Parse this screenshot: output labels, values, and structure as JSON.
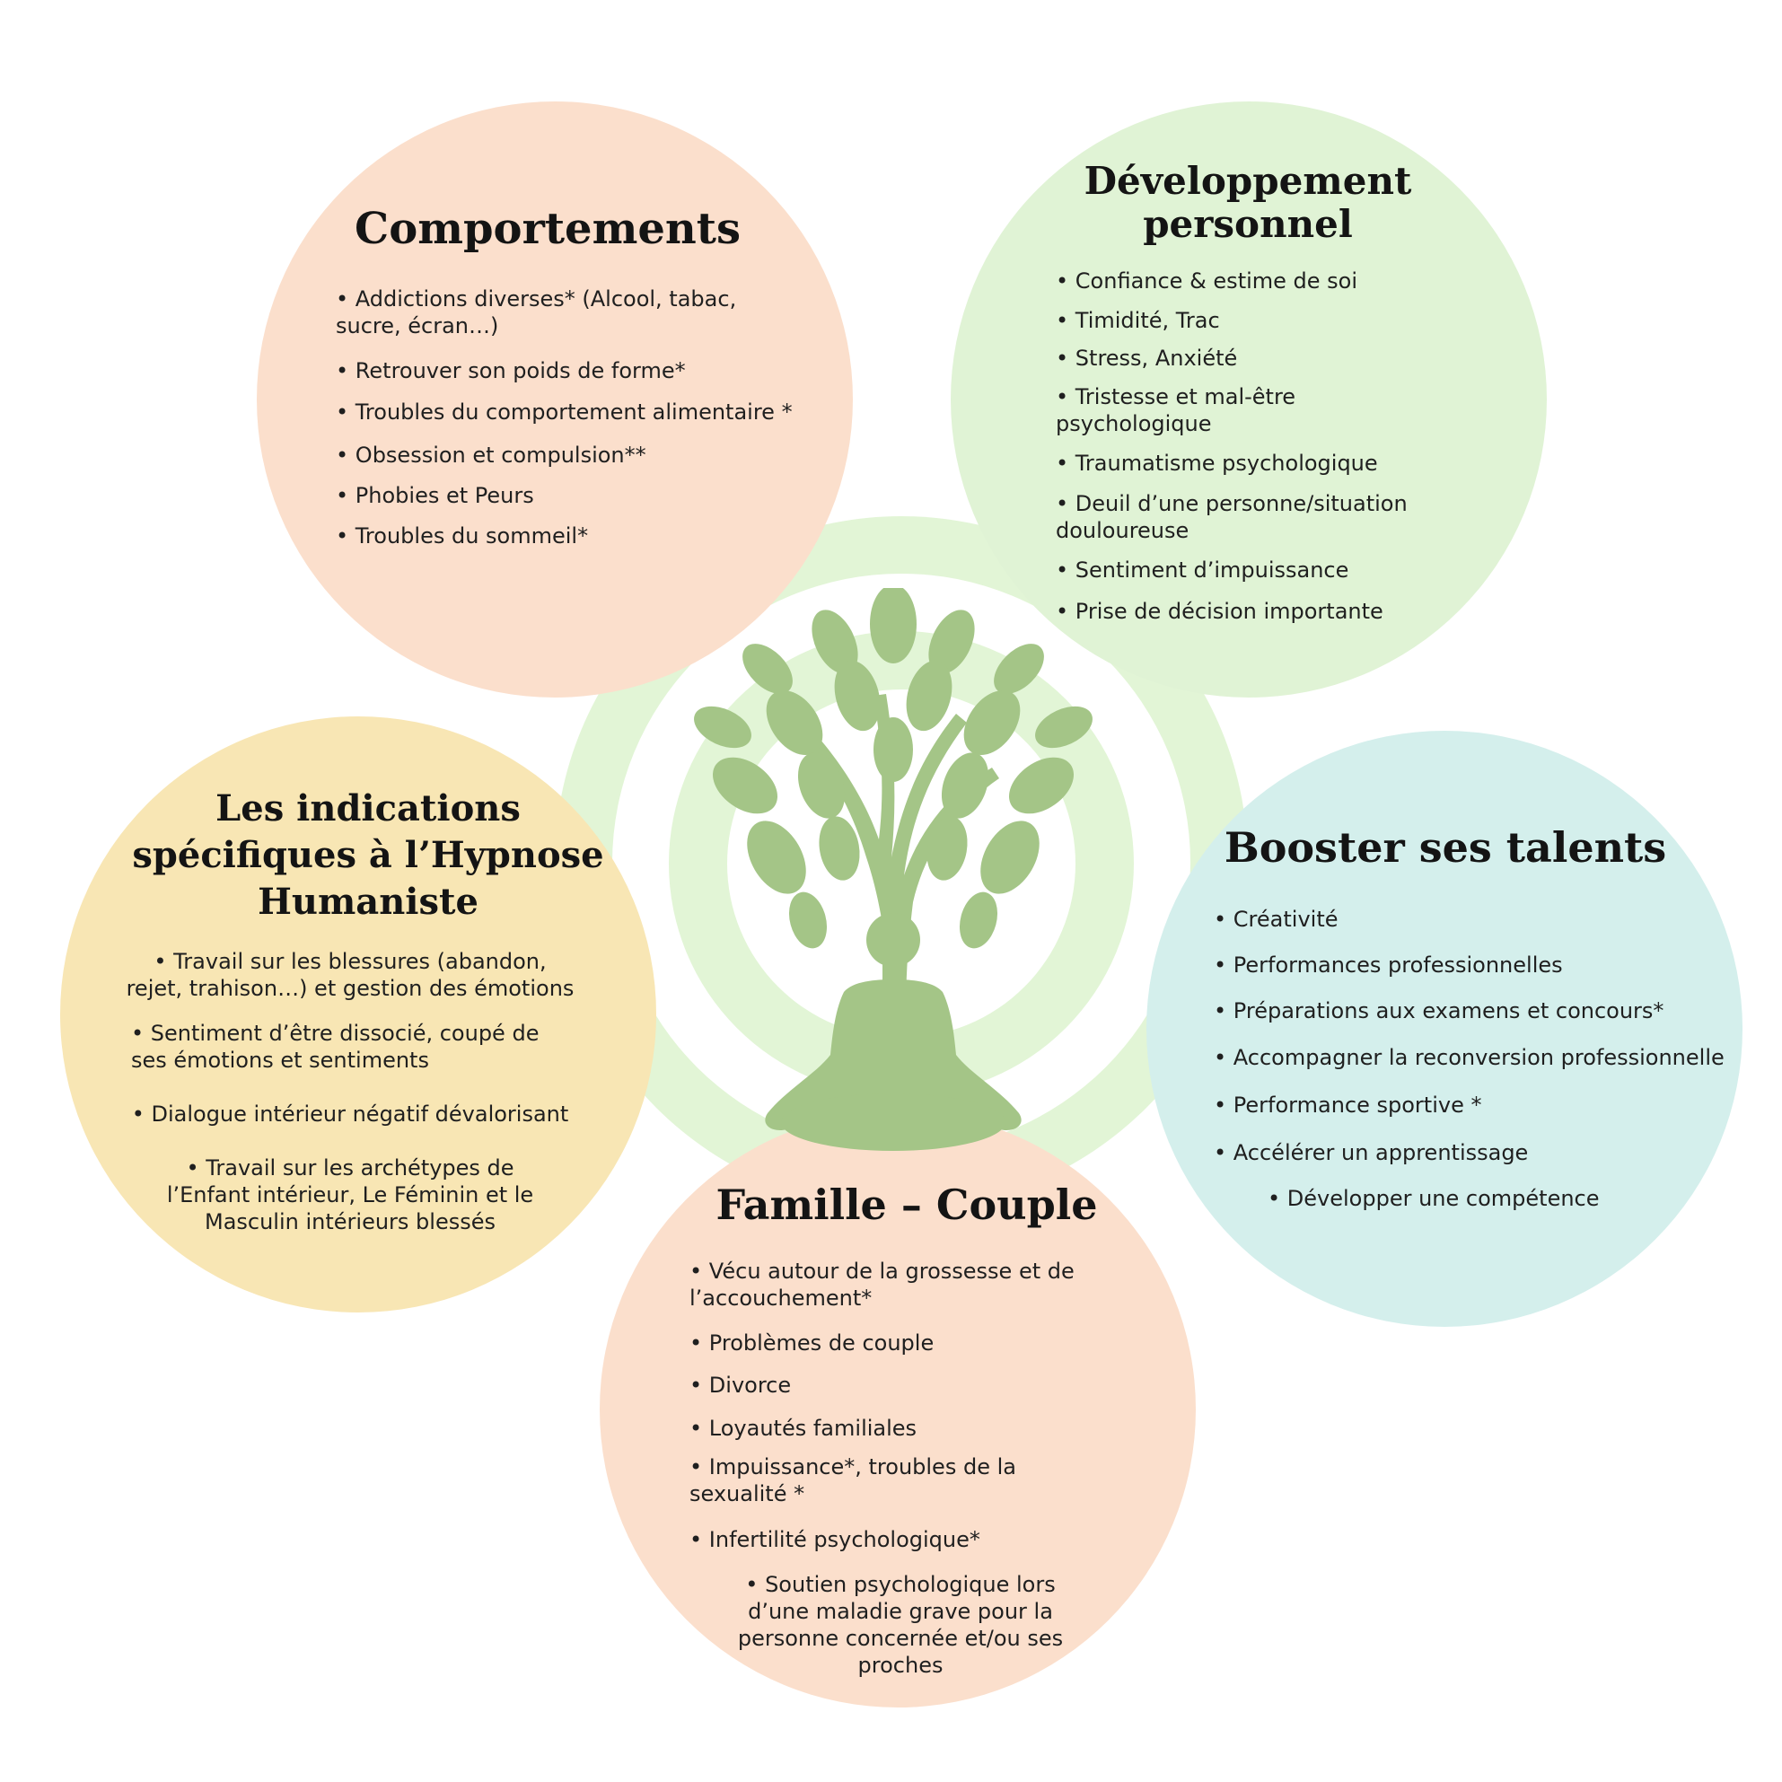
{
  "colors": {
    "peach": "#fbdfcc",
    "green": "#e0f3d5",
    "yellow": "#f8e6b4",
    "teal": "#d4efec",
    "tree": "#a4c587",
    "ring": "#e2f5d6"
  },
  "center_icon": "tree-meditation-icon",
  "comportements": {
    "title": "Comportements",
    "items": [
      "Addictions diverses* (Alcool, tabac, sucre, écran…)",
      "Retrouver son poids de forme*",
      "Troubles du comportement alimentaire *",
      "Obsession et compulsion**",
      "Phobies et Peurs",
      "Troubles du sommeil*"
    ]
  },
  "developpement": {
    "title_line1": "Développement",
    "title_line2": "personnel",
    "items": [
      "Confiance & estime de soi",
      "Timidité, Trac",
      "Stress, Anxiété",
      "Tristesse et mal-être psychologique",
      "Traumatisme psychologique",
      "Deuil d’une personne/situation douloureuse",
      "Sentiment d’impuissance",
      "Prise de décision importante"
    ]
  },
  "hypnose": {
    "title_line1": "Les indications",
    "title_line2": "spécifiques à l’Hypnose",
    "title_line3": "Humaniste",
    "items": [
      "Travail sur les blessures (abandon, rejet, trahison…) et gestion des émotions",
      "Sentiment d’être dissocié, coupé de ses émotions et sentiments",
      "Dialogue intérieur négatif dévalorisant",
      "Travail sur les archétypes de l’Enfant intérieur, Le Féminin et le Masculin intérieurs blessés"
    ]
  },
  "talents": {
    "title": "Booster ses talents",
    "items": [
      "Créativité",
      "Performances professionnelles",
      "Préparations aux examens et concours*",
      "Accompagner la reconversion professionnelle",
      "Performance sportive *",
      "Accélérer un apprentissage",
      "Développer une compétence"
    ]
  },
  "famille": {
    "title": "Famille – Couple",
    "items": [
      "Vécu autour de la grossesse et de l’accouchement*",
      "Problèmes de couple",
      "Divorce",
      "Loyautés familiales",
      "Impuissance*, troubles de la sexualité *",
      "Infertilité psychologique*",
      "Soutien psychologique lors d’une maladie grave pour la personne concernée et/ou ses proches"
    ]
  }
}
